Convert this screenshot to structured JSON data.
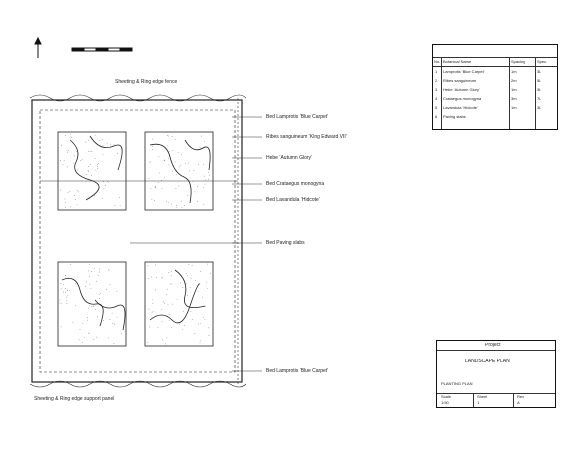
{
  "drawing": {
    "top_note": "Sheeting & Ring edge fence",
    "bottom_note": "Sheeting & Ring edge support panel",
    "callouts": [
      {
        "text": "Bed Lamprotis ‘Blue Carpet’"
      },
      {
        "text": "Ribes sanguineum ‘King Edward VII’"
      },
      {
        "text": "Hebe ‘Autumn Glory’"
      },
      {
        "text": "Bed Crataegus monogyna"
      },
      {
        "text": "Bed Lavandula ‘Hidcote’"
      },
      {
        "text": "Bed Paving slabs"
      },
      {
        "text": "Bed Lamprotis ‘Blue Carpet’"
      }
    ]
  },
  "schedule": {
    "headers": [
      "No.",
      "Botanical Name",
      "Spacing",
      "Spec."
    ],
    "rows": [
      [
        "1",
        "Lamprotis ‘Blue Carpet’",
        "1m",
        "3L"
      ],
      [
        "2",
        "Ribes sanguineum",
        "2m",
        "5L"
      ],
      [
        "3",
        "Hebe ‘Autumn Glory’",
        "1m",
        "3L"
      ],
      [
        "4",
        "Crataegus monogyna",
        "3m",
        "7L"
      ],
      [
        "5",
        "Lavandula ‘Hidcote’",
        "1m",
        "3L"
      ],
      [
        "6",
        "Paving slabs",
        "",
        ""
      ]
    ]
  },
  "title_block": {
    "heading": "Project",
    "title": "LANDSCAPE PLAN",
    "subtitle": "PLANTING PLAN",
    "scale_label": "Scale",
    "scale_value": "1:50",
    "sheet_label": "Sheet",
    "sheet_value": "1",
    "rev_label": "Rev",
    "rev_value": "A"
  },
  "colors": {
    "ink": "#111111",
    "paper": "#ffffff",
    "stipple": "#444444"
  }
}
